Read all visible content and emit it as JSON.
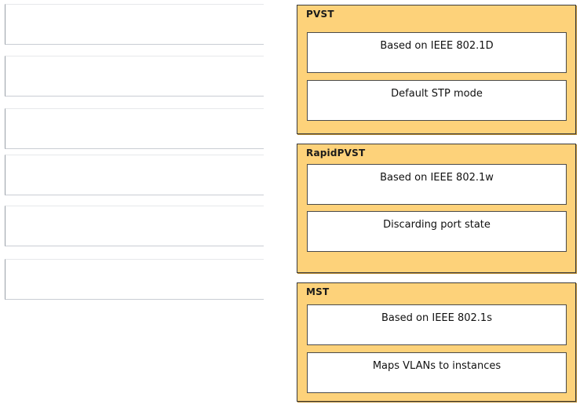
{
  "source_slots": [
    "",
    "",
    "",
    "",
    "",
    ""
  ],
  "categories": [
    {
      "title": "PVST",
      "items": [
        "Based on IEEE 802.1D",
        "Default STP mode"
      ]
    },
    {
      "title": "RapidPVST",
      "items": [
        "Based on IEEE 802.1w",
        "Discarding port state"
      ]
    },
    {
      "title": "MST",
      "items": [
        "Based on IEEE 802.1s",
        "Maps VLANs to instances"
      ]
    }
  ],
  "colors": {
    "category_fill": "#fdd27a",
    "slot_fill": "#ffffff",
    "border": "#3a3a3a"
  }
}
